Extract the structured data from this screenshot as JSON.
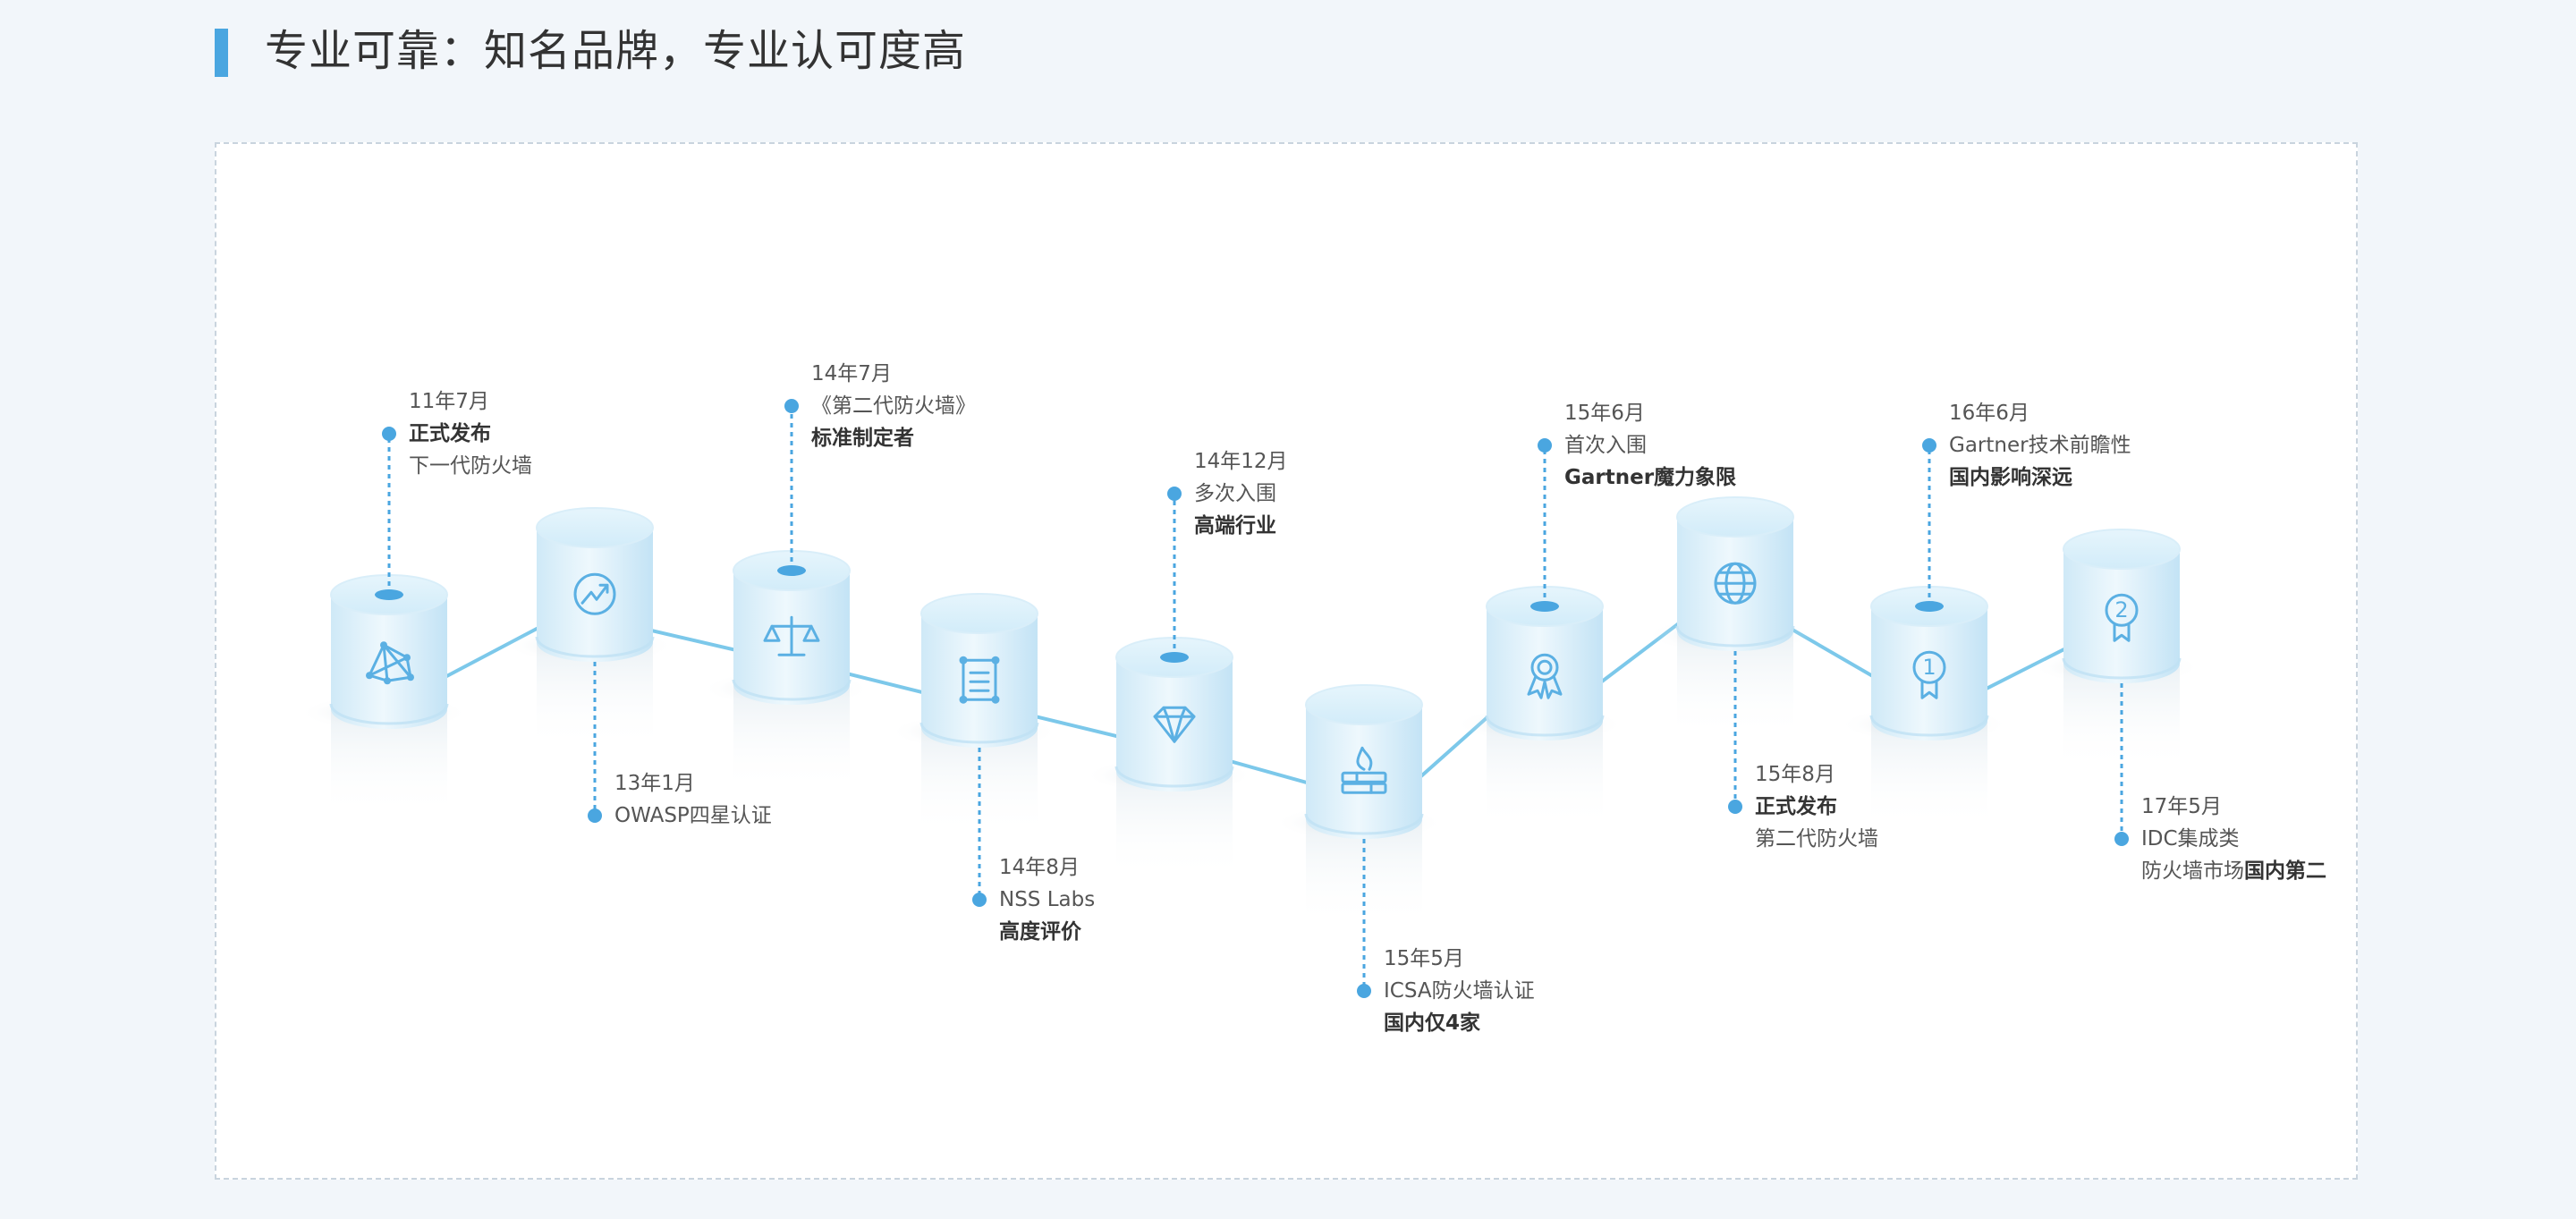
{
  "header": {
    "title": "专业可靠：知名品牌，专业认可度高"
  },
  "colors": {
    "accent": "#4aa6e0",
    "line": "#7cc8ea",
    "cylinder": "#cfeaf8",
    "text": "#555555",
    "text_strong": "#333333"
  },
  "milestones": [
    {
      "icon": "network-icon",
      "date": "11年7月",
      "line1": "正式发布",
      "line1_strong": true,
      "line2": "下一代防火墙",
      "line2_strong": false
    },
    {
      "icon": "trend-chart-icon",
      "date": "13年1月",
      "line1": "OWASP四星认证",
      "line1_strong": false,
      "line2": "",
      "line2_strong": false
    },
    {
      "icon": "scales-icon",
      "date": "14年7月",
      "line1": "《第二代防火墙》",
      "line1_strong": false,
      "line2": "标准制定者",
      "line2_strong": true
    },
    {
      "icon": "document-frame-icon",
      "date": "14年8月",
      "line1": "NSS Labs",
      "line1_strong": false,
      "line2": "高度评价",
      "line2_strong": true
    },
    {
      "icon": "diamond-icon",
      "date": "14年12月",
      "line1": "多次入围",
      "line1_strong": false,
      "line2": "高端行业",
      "line2_strong": true
    },
    {
      "icon": "firewall-flame-icon",
      "date": "15年5月",
      "line1": "ICSA防火墙认证",
      "line1_strong": false,
      "line2": "国内仅4家",
      "line2_strong": true
    },
    {
      "icon": "award-ribbon-icon",
      "date": "15年6月",
      "line1": "首次入围",
      "line1_strong": false,
      "line2": "Gartner魔力象限",
      "line2_strong": true
    },
    {
      "icon": "globe-icon",
      "date": "15年8月",
      "line1": "正式发布",
      "line1_strong": true,
      "line2": "第二代防火墙",
      "line2_strong": false
    },
    {
      "icon": "medal-one-icon",
      "date": "16年6月",
      "line1": "Gartner技术前瞻性",
      "line1_strong": false,
      "line2": "国内影响深远",
      "line2_strong": true
    },
    {
      "icon": "medal-two-icon",
      "date": "17年5月",
      "line1": "IDC集成类",
      "line1_strong": false,
      "line2": "防火墙市场国内第二",
      "line2_strong": false,
      "line2_prefix": "防火墙市场",
      "line2_suffix_strong": "国内第二"
    }
  ]
}
